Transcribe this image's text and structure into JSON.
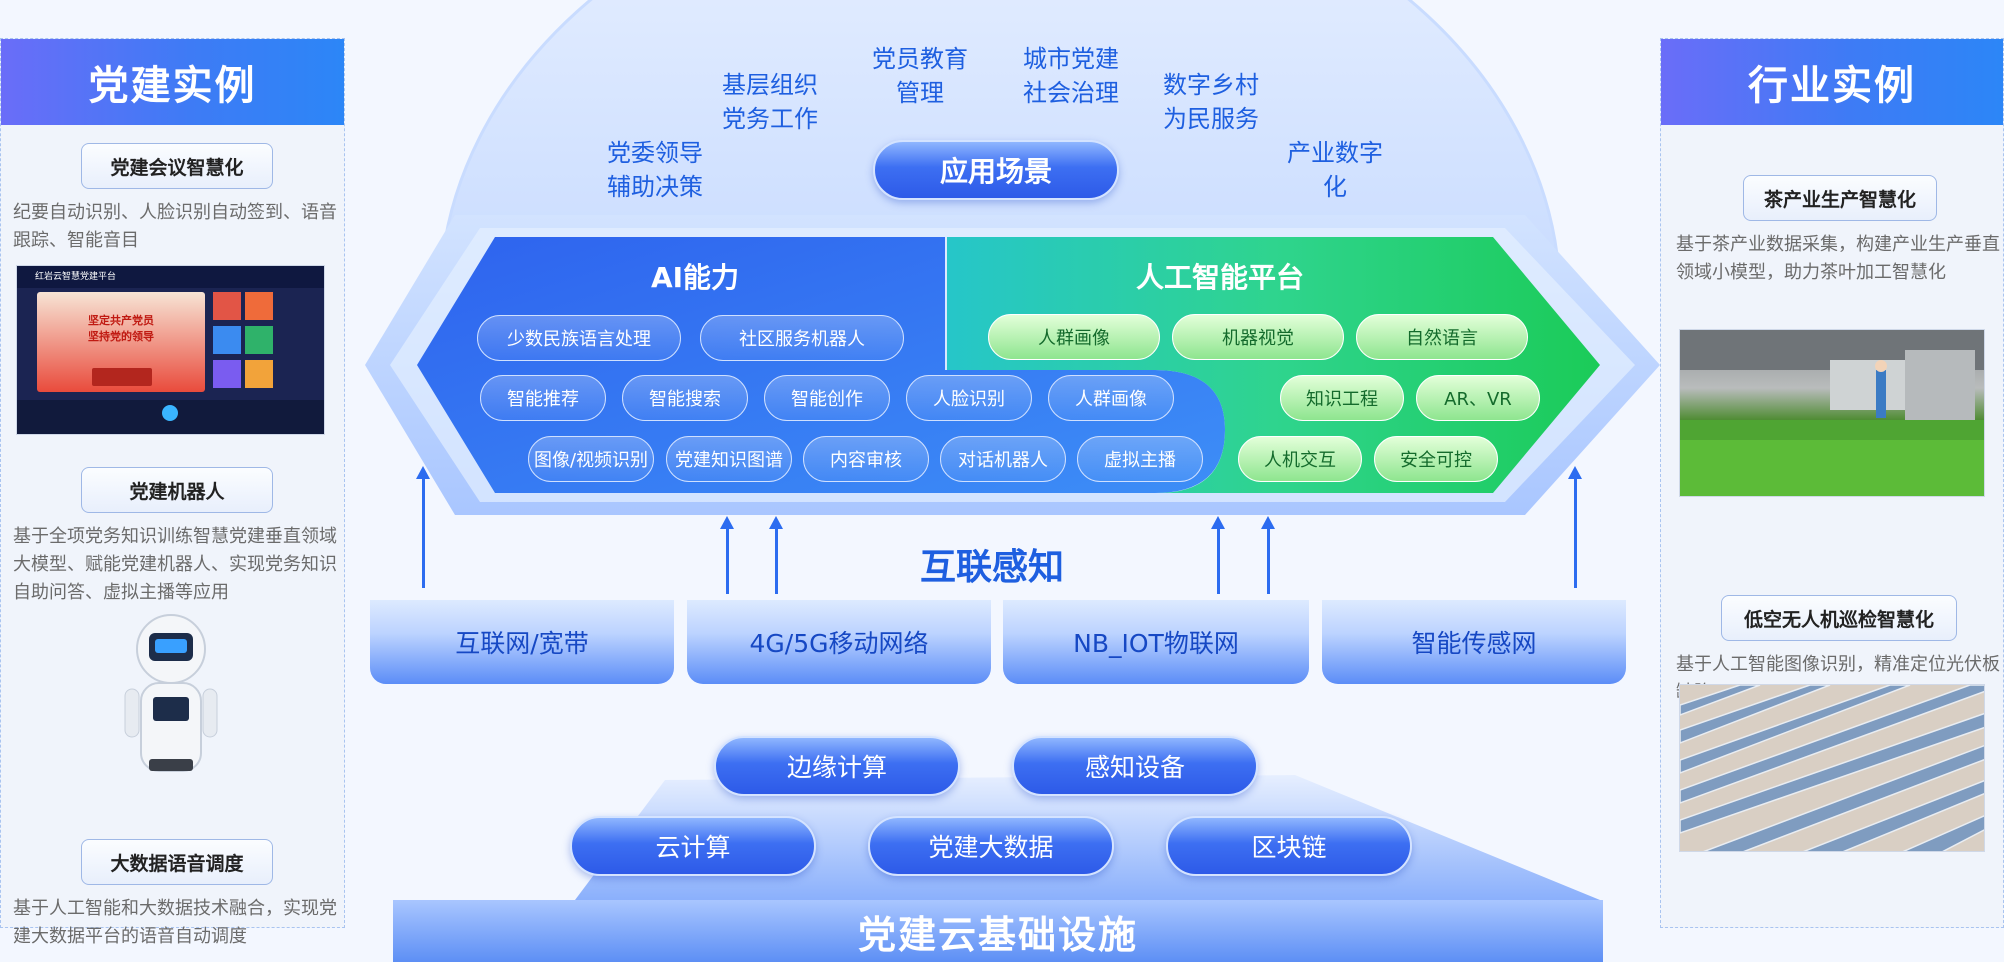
{
  "left_panel": {
    "title": "党建实例",
    "cases": [
      {
        "tag": "党建会议智慧化",
        "desc": "纪要自动识别、人脸识别自动签到、语音跟踪、智能音目"
      },
      {
        "tag": "党建机器人",
        "desc": "基于全项党务知识训练智慧党建垂直领域大模型、赋能党建机器人、实现党务知识自助问答、虚拟主播等应用"
      },
      {
        "tag": "大数据语音调度",
        "desc": "基于人工智能和大数据技术融合，实现党建大数据平台的语音自动调度"
      }
    ],
    "screen": {
      "app_name": "红岩云智慧党建平台",
      "banner_line1": "坚定共产党员",
      "banner_line2": "坚持党的领导"
    }
  },
  "right_panel": {
    "title": "行业实例",
    "cases": [
      {
        "tag": "茶产业生产智慧化",
        "desc": "基于茶产业数据采集，构建产业生产垂直领域小模型，助力茶叶加工智慧化"
      },
      {
        "tag": "低空无人机巡检智慧化",
        "desc": "基于人工智能图像识别，精准定位光伏板缺陷"
      }
    ]
  },
  "scenes": {
    "center_label": "应用场景",
    "items": [
      {
        "l1": "党委领导",
        "l2": "辅助决策"
      },
      {
        "l1": "基层组织",
        "l2": "党务工作"
      },
      {
        "l1": "党员教育",
        "l2": "管理"
      },
      {
        "l1": "城市党建",
        "l2": "社会治理"
      },
      {
        "l1": "数字乡村",
        "l2": "为民服务"
      },
      {
        "l1": "产业数字",
        "l2": "化"
      }
    ]
  },
  "ai": {
    "title": "AI能力",
    "rows": [
      [
        "少数民族语言处理",
        "社区服务机器人"
      ],
      [
        "智能推荐",
        "智能搜索",
        "智能创作",
        "人脸识别",
        "人群画像"
      ],
      [
        "图像/视频识别",
        "党建知识图谱",
        "内容审核",
        "对话机器人",
        "虚拟主播"
      ]
    ]
  },
  "platform": {
    "title": "人工智能平台",
    "rows": [
      [
        "人群画像",
        "机器视觉",
        "自然语言"
      ],
      [
        "知识工程",
        "AR、VR"
      ],
      [
        "人机交互",
        "安全可控"
      ]
    ]
  },
  "perception": {
    "title": "互联感知",
    "networks": [
      "互联网/宽带",
      "4G/5G移动网络",
      "NB_IOT物联网",
      "智能传感网"
    ]
  },
  "infra": {
    "title": "党建云基础设施",
    "top": [
      "边缘计算",
      "感知设备"
    ],
    "bottom": [
      "云计算",
      "党建大数据",
      "区块链"
    ]
  },
  "colors": {
    "accent": "#2c6cf0",
    "green": "#1ec36b",
    "title_blue": "#1e5fe0"
  }
}
